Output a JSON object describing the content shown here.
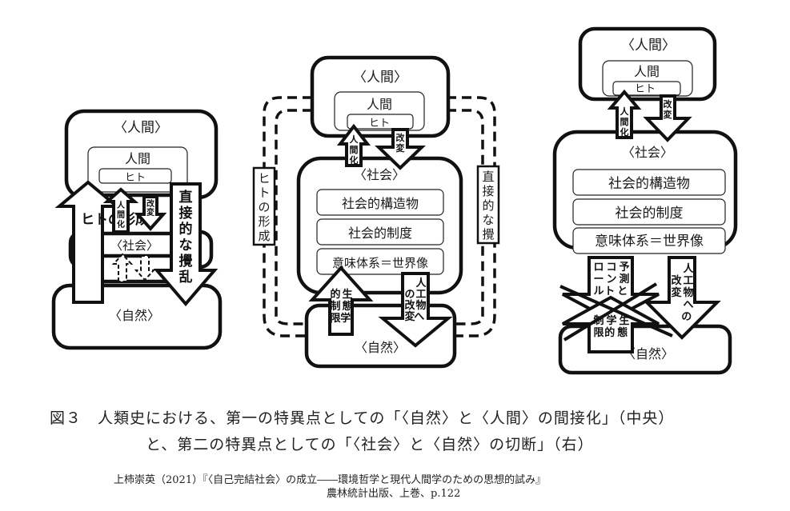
{
  "figure": {
    "left_diagram": {
      "human_outer": "〈人間〉",
      "human_inner": "人間",
      "hito": "ヒト",
      "society": "〈社会〉",
      "nature": "〈自然〉",
      "arrow_formation": "ヒトの形成",
      "arrow_humanization": "人間化",
      "arrow_modification": "改変",
      "arrow_direct_disturbance": "直接的な攪乱"
    },
    "center_diagram": {
      "human_outer": "〈人間〉",
      "human_inner": "人間",
      "hito": "ヒト",
      "society": "〈社会〉",
      "society_items": [
        "社会的構造物",
        "社会的制度",
        "意味体系＝世界像"
      ],
      "nature": "〈自然〉",
      "arrow_humanization": "人間化",
      "arrow_modification": "改変",
      "arrow_ecological_limits": "生態学的制限",
      "arrow_artifact_modification": "人工物への改変",
      "side_left": "ヒトの形成",
      "side_right": "直接的な攪乱"
    },
    "right_diagram": {
      "human_outer": "〈人間〉",
      "human_inner": "人間",
      "hito": "ヒト",
      "society": "〈社会〉",
      "society_items": [
        "社会的構造物",
        "社会的制度",
        "意味体系＝世界像"
      ],
      "nature": "〈自然〉",
      "arrow_humanization": "人間化",
      "arrow_modification": "改変",
      "arrow_prediction_control": "予測とコントロール",
      "arrow_ecological_limits": "生態学的制限",
      "arrow_artifact_modification": "人工物への改変"
    }
  },
  "caption": {
    "line1": "図３　人類史における、第一の特異点としての「〈自然〉と〈人間〉の間接化」（中央）",
    "line2": "と、第二の特異点としての「〈社会〉と〈自然〉の切断」（右）"
  },
  "source": {
    "line1": "上柿崇英（2021）『〈自己完結社会〉の成立――環境哲学と現代人間学のための思想的試み』",
    "line2": "農林統計出版、上巻、p.122"
  }
}
